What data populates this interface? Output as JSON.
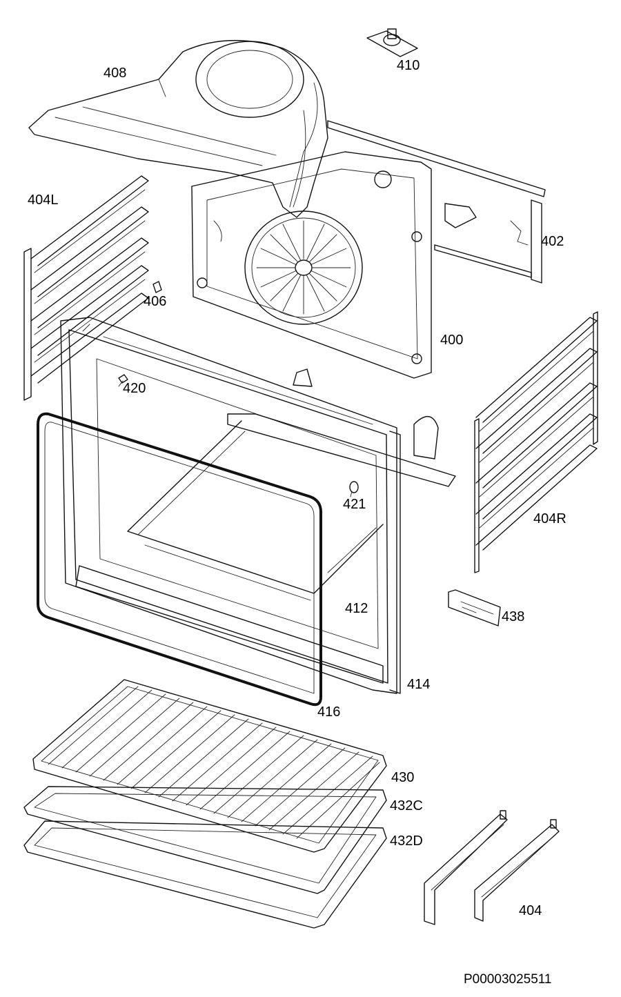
{
  "diagram": {
    "labels": {
      "p408": "408",
      "p410": "410",
      "p402": "402",
      "p404L": "404L",
      "p406": "406",
      "p400": "400",
      "p420": "420",
      "p404R": "404R",
      "p421": "421",
      "p412": "412",
      "p438": "438",
      "p414": "414",
      "p416": "416",
      "p430": "430",
      "p432C": "432C",
      "p432D": "432D",
      "p404": "404"
    },
    "drawing_code": "P00003025511"
  }
}
